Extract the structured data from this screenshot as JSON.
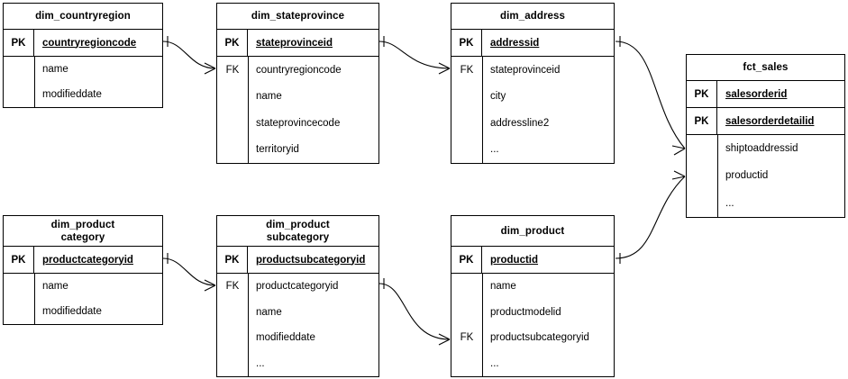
{
  "diagram": {
    "kind": "entity-relationship-diagram",
    "background": "#ffffff",
    "line_color": "#000000",
    "text_color": "#000000"
  },
  "entities": [
    {
      "id": "dim_countryregion",
      "title": "dim_countryregion",
      "keys": [
        {
          "key": "PK",
          "name": "countryregioncode",
          "pk": true
        }
      ],
      "attributes": [
        {
          "key": "",
          "name": "name"
        },
        {
          "key": "",
          "name": "modifieddate"
        }
      ]
    },
    {
      "id": "dim_stateprovince",
      "title": "dim_stateprovince",
      "keys": [
        {
          "key": "PK",
          "name": "stateprovinceid",
          "pk": true
        }
      ],
      "attributes": [
        {
          "key": "FK",
          "name": "countryregioncode"
        },
        {
          "key": "",
          "name": "name"
        },
        {
          "key": "",
          "name": "stateprovincecode"
        },
        {
          "key": "",
          "name": "territoryid"
        }
      ]
    },
    {
      "id": "dim_address",
      "title": "dim_address",
      "keys": [
        {
          "key": "PK",
          "name": "addressid",
          "pk": true
        }
      ],
      "attributes": [
        {
          "key": "FK",
          "name": "stateprovinceid"
        },
        {
          "key": "",
          "name": "city"
        },
        {
          "key": "",
          "name": "addressline2"
        },
        {
          "key": "",
          "name": "..."
        }
      ]
    },
    {
      "id": "fct_sales",
      "title": "fct_sales",
      "keys": [
        {
          "key": "PK",
          "name": "salesorderid",
          "pk": true
        },
        {
          "key": "PK",
          "name": "salesorderdetailid",
          "pk": true
        }
      ],
      "attributes": [
        {
          "key": "",
          "name": "shiptoaddressid"
        },
        {
          "key": "",
          "name": "productid"
        },
        {
          "key": "",
          "name": "..."
        }
      ]
    },
    {
      "id": "dim_productcategory",
      "title": "dim_product\ncategory",
      "keys": [
        {
          "key": "PK",
          "name": "productcategoryid",
          "pk": true
        }
      ],
      "attributes": [
        {
          "key": "",
          "name": "name"
        },
        {
          "key": "",
          "name": "modifieddate"
        }
      ]
    },
    {
      "id": "dim_productsubcategory",
      "title": "dim_product\nsubcategory",
      "keys": [
        {
          "key": "PK",
          "name": "productsubcategoryid",
          "pk": true
        }
      ],
      "attributes": [
        {
          "key": "FK",
          "name": "productcategoryid"
        },
        {
          "key": "",
          "name": "name"
        },
        {
          "key": "",
          "name": "modifieddate"
        },
        {
          "key": "",
          "name": "..."
        }
      ]
    },
    {
      "id": "dim_product",
      "title": "dim_product",
      "keys": [
        {
          "key": "PK",
          "name": "productid",
          "pk": true
        }
      ],
      "attributes": [
        {
          "key": "",
          "name": "name"
        },
        {
          "key": "",
          "name": "productmodelid"
        },
        {
          "key": "FK",
          "name": "productsubcategoryid"
        },
        {
          "key": "",
          "name": "..."
        }
      ]
    }
  ],
  "relationships": [
    {
      "id": "rel-countryregion-stateprovince",
      "from": "dim_countryregion.countryregioncode",
      "to": "dim_stateprovince.countryregioncode",
      "from_cardinality": "one",
      "to_cardinality": "many"
    },
    {
      "id": "rel-stateprovince-address",
      "from": "dim_stateprovince.stateprovinceid",
      "to": "dim_address.stateprovinceid",
      "from_cardinality": "one",
      "to_cardinality": "many"
    },
    {
      "id": "rel-address-sales",
      "from": "dim_address.addressid",
      "to": "fct_sales.shiptoaddressid",
      "from_cardinality": "one",
      "to_cardinality": "many"
    },
    {
      "id": "rel-product-sales",
      "from": "dim_product.productid",
      "to": "fct_sales.productid",
      "from_cardinality": "one",
      "to_cardinality": "many"
    },
    {
      "id": "rel-productcategory-subcategory",
      "from": "dim_productcategory.productcategoryid",
      "to": "dim_productsubcategory.productcategoryid",
      "from_cardinality": "one",
      "to_cardinality": "many"
    },
    {
      "id": "rel-subcategory-product",
      "from": "dim_productsubcategory.productcategoryid",
      "to": "dim_product.productsubcategoryid",
      "from_cardinality": "one",
      "to_cardinality": "many"
    }
  ]
}
